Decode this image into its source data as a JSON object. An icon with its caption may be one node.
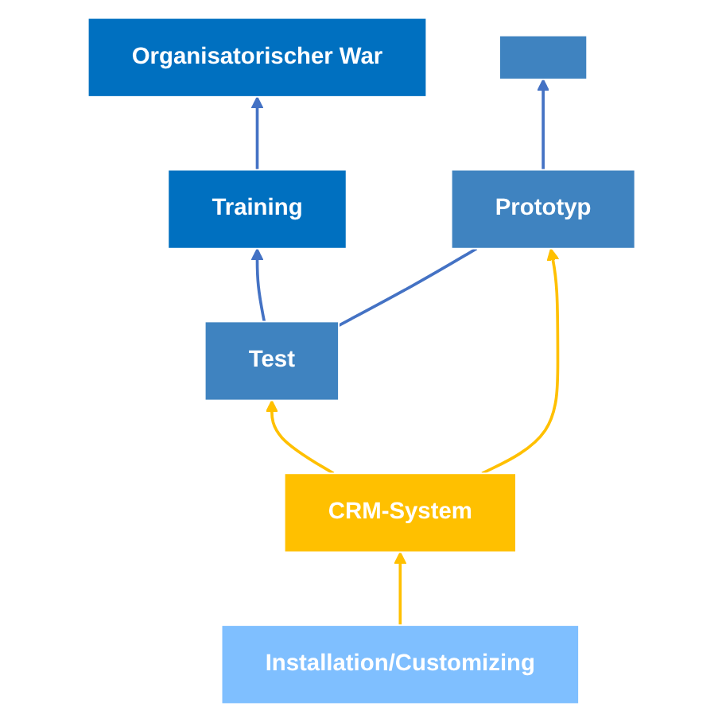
{
  "diagram": {
    "nodes": [
      {
        "text": [
          "Training"
        ]
      },
      {
        "text": [
          "Organisatorischer War"
        ]
      },
      {
        "text": [
          "Test"
        ]
      },
      {
        "text": [
          "Prototyp"
        ]
      },
      {
        "text": [],
        "shape": "box"
      },
      {
        "text": [
          "CRM-System"
        ]
      },
      {
        "text": [
          "Installation/Customizing"
        ]
      }
    ],
    "edges": [
      {
        "from": 0,
        "to": 1,
        "arrow": "to"
      },
      {
        "from": 2,
        "to": 0,
        "arrow": "to"
      },
      {
        "from": 2,
        "to": 3,
        "arrow": "none"
      },
      {
        "from": 3,
        "to": 4,
        "arrow": "to"
      },
      {
        "from": 5,
        "to": 2,
        "arrow": "to",
        "color": "#ffc000"
      },
      {
        "from": 5,
        "to": 3,
        "arrow": "to",
        "color": "#ffc000"
      },
      {
        "from": 6,
        "to": 5,
        "arrow": "to",
        "color": "#ffc000"
      }
    ]
  }
}
